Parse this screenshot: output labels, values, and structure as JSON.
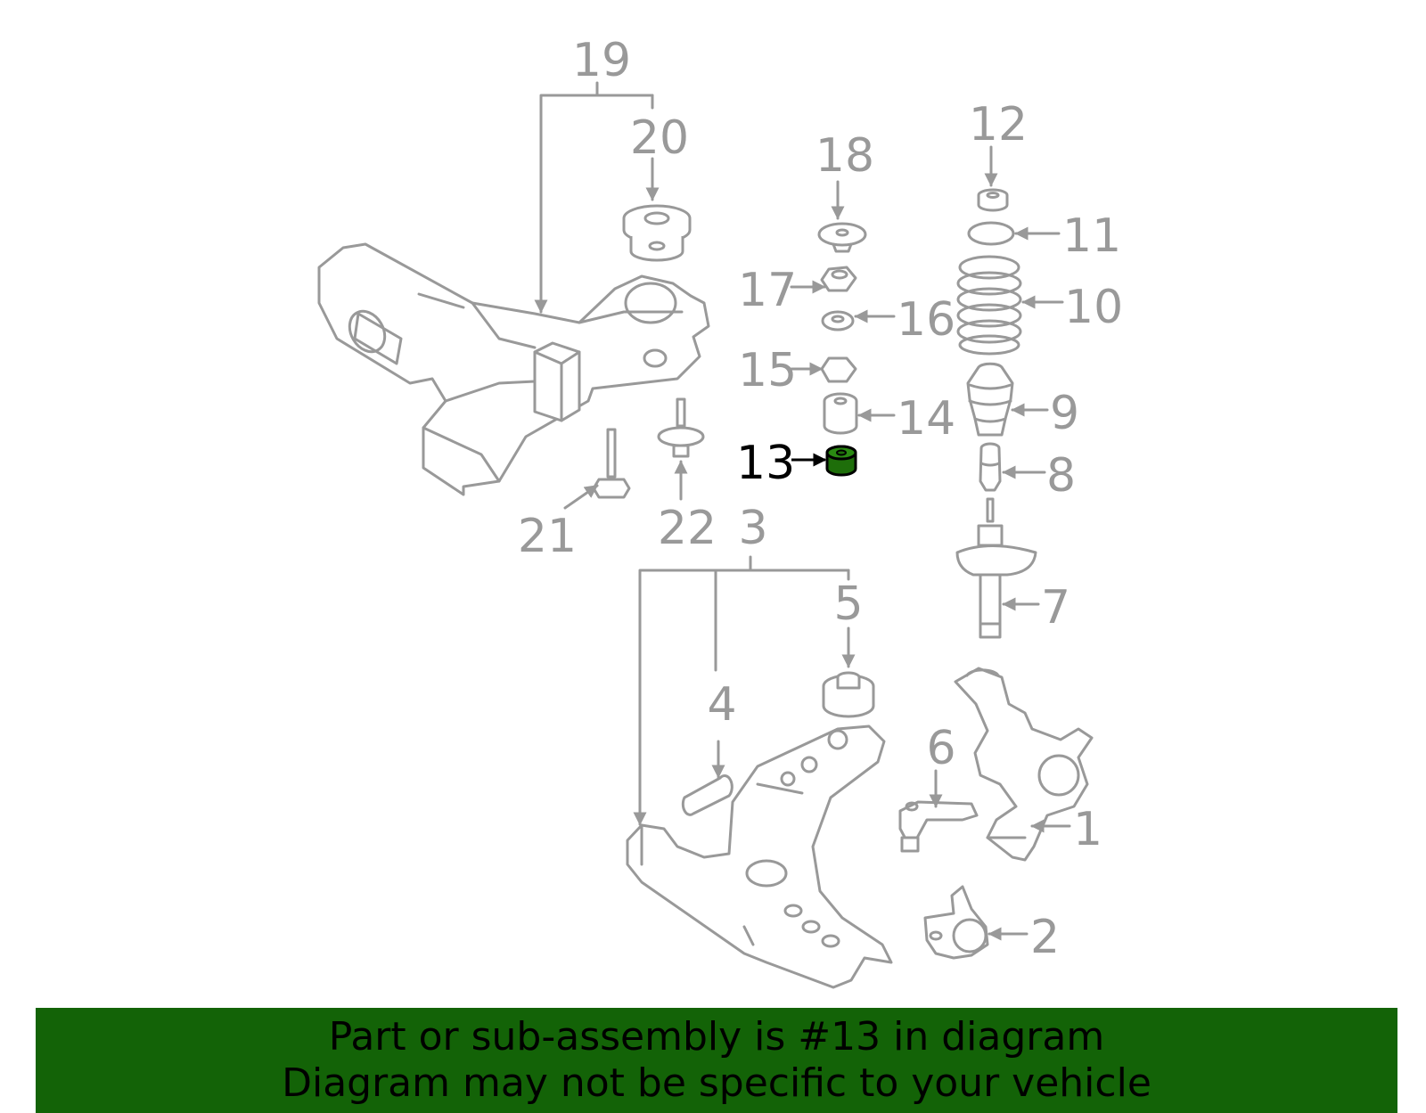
{
  "diagram": {
    "highlighted_part": "13",
    "colors": {
      "line": "#999999",
      "highlight": "#1e6e0a",
      "banner": "#136307",
      "highlight_label": "#000000"
    },
    "callouts": [
      {
        "id": "19",
        "label": "19"
      },
      {
        "id": "20",
        "label": "20"
      },
      {
        "id": "18",
        "label": "18"
      },
      {
        "id": "12",
        "label": "12"
      },
      {
        "id": "11",
        "label": "11"
      },
      {
        "id": "17",
        "label": "17"
      },
      {
        "id": "10",
        "label": "10"
      },
      {
        "id": "16",
        "label": "16"
      },
      {
        "id": "15",
        "label": "15"
      },
      {
        "id": "14",
        "label": "14"
      },
      {
        "id": "9",
        "label": "9"
      },
      {
        "id": "13",
        "label": "13"
      },
      {
        "id": "8",
        "label": "8"
      },
      {
        "id": "21",
        "label": "21"
      },
      {
        "id": "22",
        "label": "22"
      },
      {
        "id": "3",
        "label": "3"
      },
      {
        "id": "7",
        "label": "7"
      },
      {
        "id": "5",
        "label": "5"
      },
      {
        "id": "4",
        "label": "4"
      },
      {
        "id": "6",
        "label": "6"
      },
      {
        "id": "1",
        "label": "1"
      },
      {
        "id": "2",
        "label": "2"
      }
    ]
  },
  "banner": {
    "line1": "Part or sub-assembly is #13 in diagram",
    "line2": "Diagram may not be specific to your vehicle"
  }
}
